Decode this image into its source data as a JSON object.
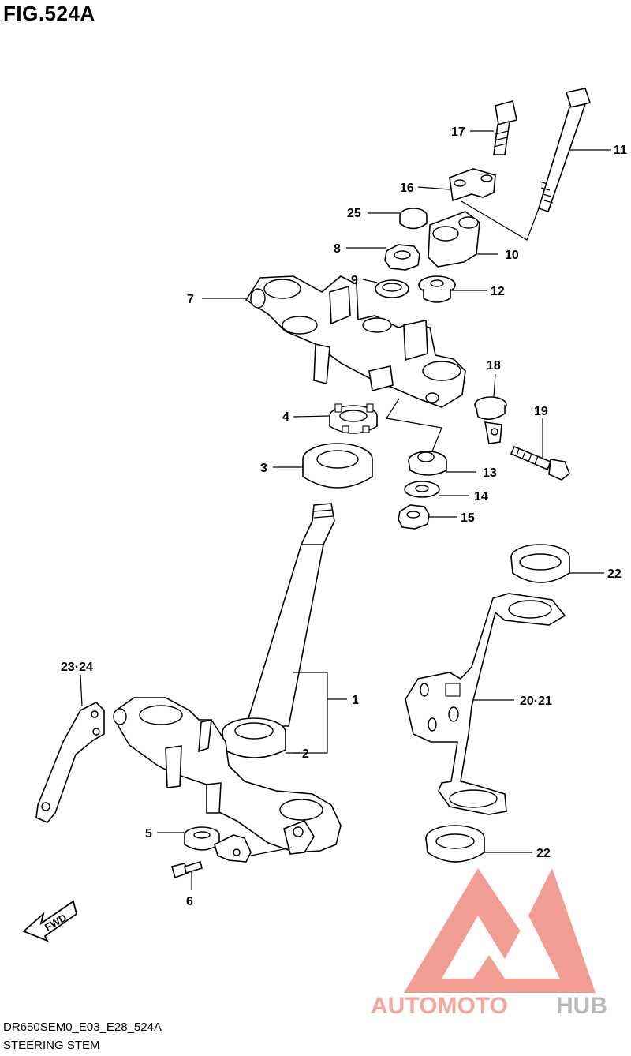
{
  "figure": {
    "title": "FIG.524A",
    "model_code": "DR650SEM0_E03_E28_524A",
    "section_name": "STEERING STEM",
    "fwd_label": "FWD"
  },
  "watermark": {
    "brand_part1": "AUTOMOTO",
    "brand_part2": "HUB",
    "color_part1": "#f4a79c",
    "color_part2": "#b9b9b9",
    "logo_color": "#f08c80"
  },
  "callouts": [
    "17",
    "11",
    "16",
    "25",
    "10",
    "8",
    "9",
    "12",
    "7",
    "18",
    "19",
    "4",
    "3",
    "13",
    "14",
    "15",
    "22",
    "23·24",
    "1",
    "20·21",
    "2",
    "5",
    "6",
    "22"
  ]
}
